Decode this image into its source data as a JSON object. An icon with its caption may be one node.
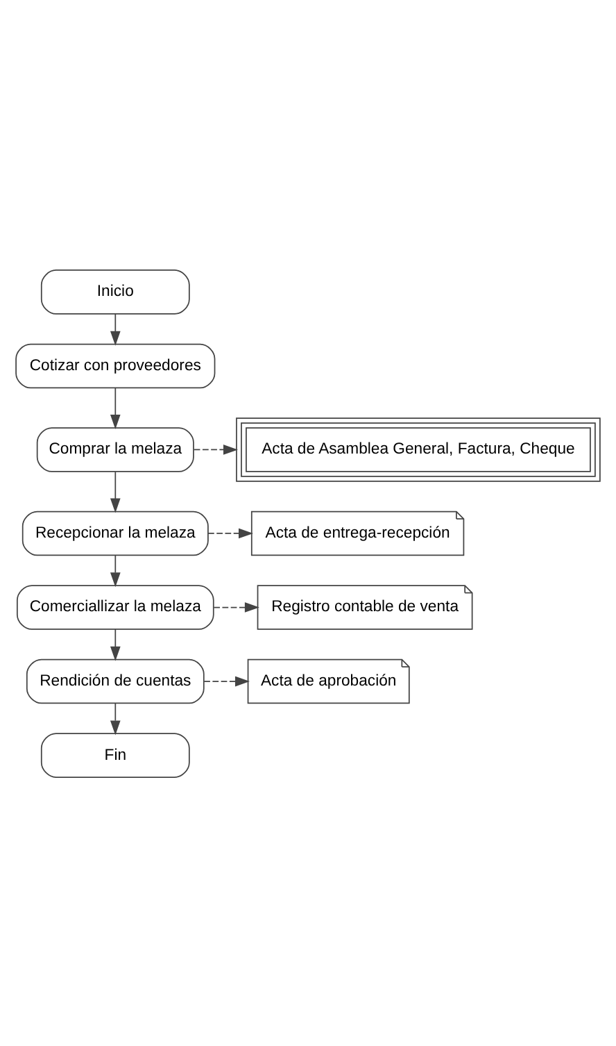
{
  "diagram": {
    "nodes": [
      {
        "text": [
          "Inicio"
        ]
      },
      {
        "text": [
          "Cotizar con proveedores"
        ]
      },
      {
        "text": [
          "Comprar la melaza"
        ]
      },
      {
        "text": [
          "Acta de Asamblea General, Factura, Cheque"
        ]
      },
      {
        "text": [
          "Recepcionar la melaza"
        ]
      },
      {
        "text": [
          "Acta de entrega-recepción"
        ]
      },
      {
        "text": [
          "Comerciallizar la melaza"
        ]
      },
      {
        "text": [
          "Registro contable de venta"
        ]
      },
      {
        "text": [
          "Rendición de cuentas"
        ]
      },
      {
        "text": [
          "Acta de aprobación"
        ]
      },
      {
        "text": [
          "Fin"
        ]
      }
    ],
    "edges": [
      {
        "from": 0,
        "to": 1,
        "arrow": "to"
      },
      {
        "from": 1,
        "to": 2,
        "arrow": "to"
      },
      {
        "from": 2,
        "to": 3,
        "arrow": "to",
        "style": "dashed"
      },
      {
        "from": 2,
        "to": 4,
        "arrow": "to"
      },
      {
        "from": 4,
        "to": 5,
        "arrow": "to",
        "style": "dashed"
      },
      {
        "from": 4,
        "to": 6,
        "arrow": "to"
      },
      {
        "from": 6,
        "to": 7,
        "arrow": "to",
        "style": "dashed"
      },
      {
        "from": 6,
        "to": 8,
        "arrow": "to"
      },
      {
        "from": 8,
        "to": 9,
        "arrow": "to",
        "style": "dashed"
      },
      {
        "from": 8,
        "to": 10,
        "arrow": "to"
      }
    ]
  }
}
